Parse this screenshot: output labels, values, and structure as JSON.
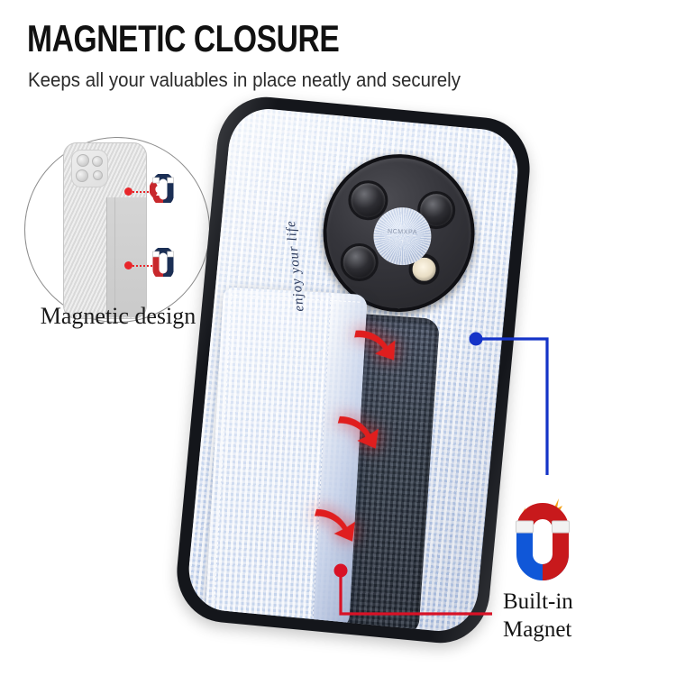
{
  "header": {
    "title": "MAGNETIC CLOSURE",
    "subtitle": "Keeps all your valuables in place neatly and securely"
  },
  "diagram": {
    "label": "Magnetic design",
    "magnet_icon_name": "horseshoe-magnet-icon",
    "dot_color": "#e8262a",
    "leader_color": "#e8262a"
  },
  "product": {
    "brand_text": "NCMXPA",
    "card_flap_text": "enjoy your life",
    "arrow_color": "#e01e1e",
    "case_rim_color": "#14161b",
    "weave_color": "#c3cde3",
    "pocket_color": "#36404f"
  },
  "callouts": {
    "blue": {
      "color": "#1433c8",
      "label": ""
    },
    "red": {
      "color": "#d81226",
      "label": ""
    }
  },
  "feature": {
    "label_line1": "Built-in",
    "label_line2": "Magnet",
    "magnet_icon_name": "horseshoe-magnet-icon",
    "magnet_blue": "#1057d8",
    "magnet_red": "#c8191c",
    "spark_color": "#f5a115"
  }
}
